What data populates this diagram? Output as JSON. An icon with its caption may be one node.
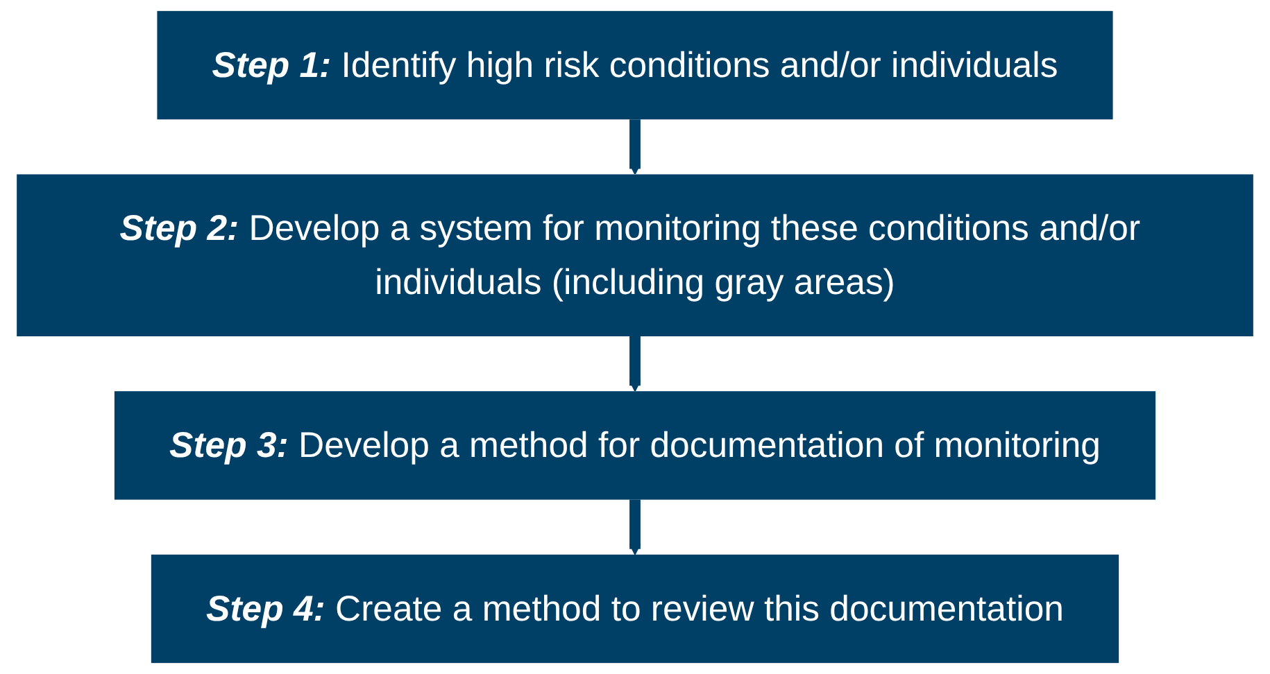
{
  "diagram": {
    "nodes": [
      {
        "text": [
          "Step 1:",
          "Identify high risk conditions and/or individuals"
        ]
      },
      {
        "text": [
          "Step 2:",
          "Develop a system for monitoring these conditions and/or individuals (including gray areas)"
        ]
      },
      {
        "text": [
          "Step 3:",
          "Develop a method for documentation of monitoring"
        ]
      },
      {
        "text": [
          "Step 4:",
          "Create a method to review this documentation"
        ]
      }
    ],
    "edges": [
      {
        "from": 0,
        "to": 1,
        "arrow": "to"
      },
      {
        "from": 1,
        "to": 2,
        "arrow": "to"
      },
      {
        "from": 2,
        "to": 3,
        "arrow": "to"
      }
    ]
  }
}
